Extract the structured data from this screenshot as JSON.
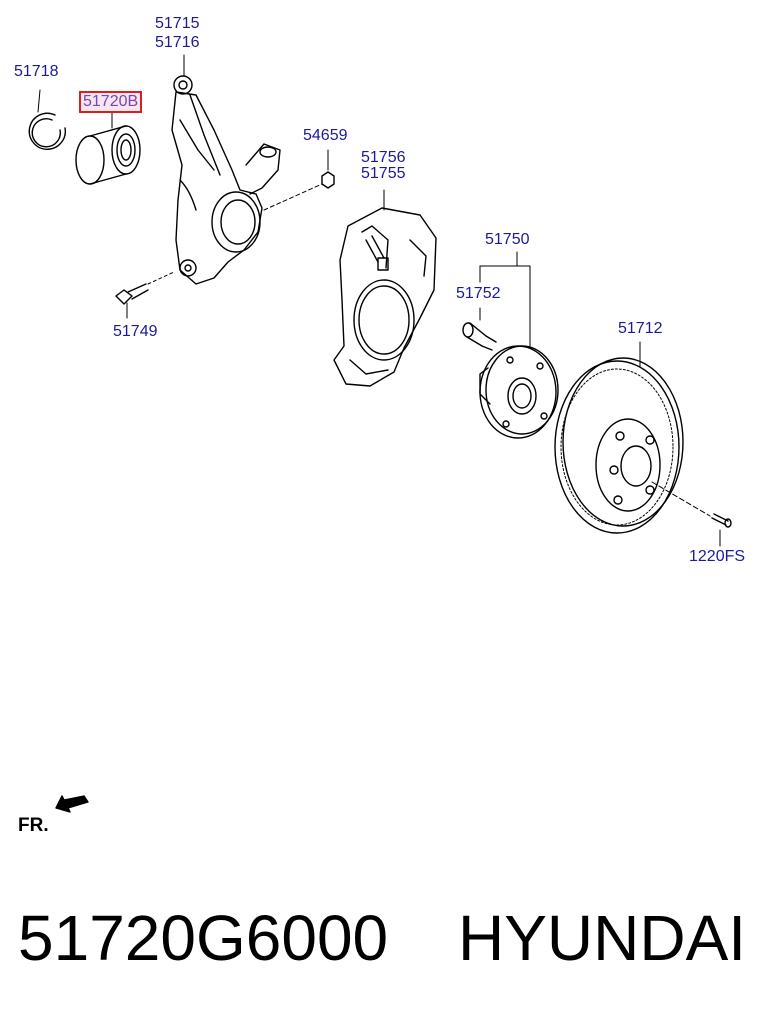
{
  "labels": {
    "l_51715": "51715",
    "l_51716": "51716",
    "l_51718": "51718",
    "l_51720B": "51720B",
    "l_54659": "54659",
    "l_51756": "51756",
    "l_51755": "51755",
    "l_51750": "51750",
    "l_51752": "51752",
    "l_51712": "51712",
    "l_51749": "51749",
    "l_1220FS": "1220FS"
  },
  "fr_marker": "FR.",
  "footer": {
    "part_number": "51720G6000",
    "brand": "HYUNDAI"
  },
  "colors": {
    "label_text": "#1a1a9a",
    "highlight_border": "#d42020",
    "highlight_fill": "#f6e6ef",
    "highlight_text": "#7a45b5",
    "line": "#000000"
  }
}
